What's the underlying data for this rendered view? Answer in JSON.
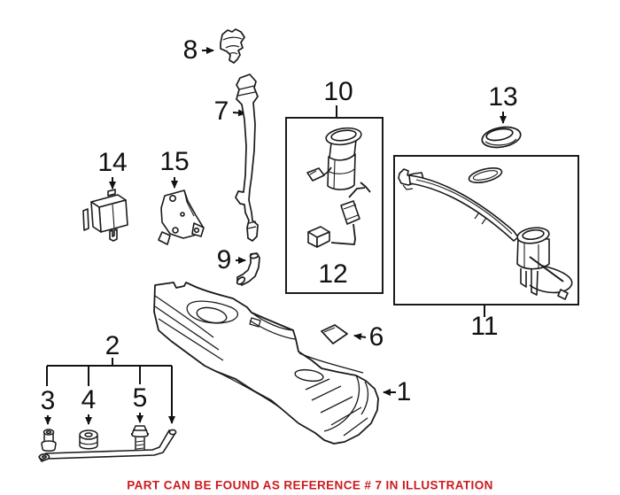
{
  "callouts": [
    {
      "label": "1"
    },
    {
      "label": "2"
    },
    {
      "label": "3"
    },
    {
      "label": "4"
    },
    {
      "label": "5"
    },
    {
      "label": "6"
    },
    {
      "label": "7"
    },
    {
      "label": "8"
    },
    {
      "label": "9"
    },
    {
      "label": "10"
    },
    {
      "label": "11"
    },
    {
      "label": "12"
    },
    {
      "label": "13"
    },
    {
      "label": "14"
    },
    {
      "label": "15"
    }
  ],
  "footer": {
    "note": "PART CAN BE FOUND AS REFERENCE # 7 IN ILLUSTRATION"
  },
  "colors": {
    "background": "#ffffff",
    "line_art": "#1a1a1a",
    "callout_text": "#111111",
    "note_red": "#cc1a1f"
  }
}
